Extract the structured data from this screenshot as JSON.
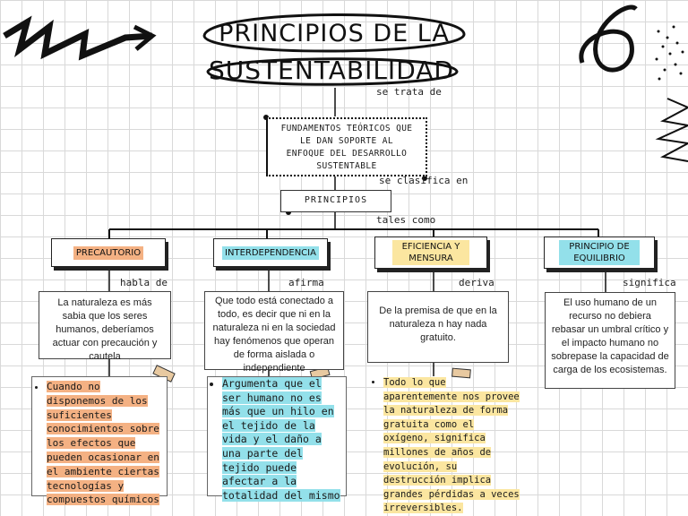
{
  "title": {
    "line1": "PRINCIPIOS DE LA",
    "line2": "SUSTENTABILIDAD"
  },
  "connectors": {
    "se_trata_de": "se trata de",
    "se_clasifica_en": "se clasifica en",
    "tales_como": "tales como"
  },
  "definition_box": "FUNDAMENTOS TEÓRICOS QUE LE DAN SOPORTE AL ENFOQUE DEL DESARROLLO SUSTENTABLE",
  "principios_box": "PRINCIPIOS",
  "branches": [
    {
      "name": "PRECAUTORIO",
      "verb": "habla de",
      "description": "La naturaleza es más sabia que los seres humanos, deberíamos actuar con precaución y cautela",
      "note": "Cuando no disponemos de los suficientes conocimientos sobre los efectos que pueden ocasionar en el ambiente ciertas tecnologías y compuestos químicos"
    },
    {
      "name": "INTERDEPENDENCIA",
      "verb": "afirma",
      "description": "Que todo está conectado a todo, es decir que ni en la naturaleza ni en la sociedad hay fenómenos que operan de forma aislada o independiente",
      "note": "Argumenta que el ser humano no es más que un hilo en el tejido de la vida y el daño a una parte del tejido puede afectar a la totalidad del mismo"
    },
    {
      "name": "EFICIENCIA Y MENSURA",
      "verb": "deriva",
      "description": "De la premisa de que en la naturaleza n hay nada gratuito.",
      "note": "Todo lo que aparentemente nos provee la naturaleza de forma gratuita como el oxígeno, significa millones de años de evolución, su destrucción implica grandes pérdidas a veces irreversibles."
    },
    {
      "name": "PRINCIPIO DE EQUILIBRIO",
      "verb": "significa",
      "description": "El uso humano de un recurso no debiera rebasar un umbral crítico y el impacto humano no sobrepase la capacidad de carga de los ecosistemas."
    }
  ],
  "colors": {
    "precautorio": "#f4b183",
    "interdependencia": "#93e0ea",
    "eficiencia": "#fbe6a0",
    "equilibrio": "#93e0ea"
  }
}
